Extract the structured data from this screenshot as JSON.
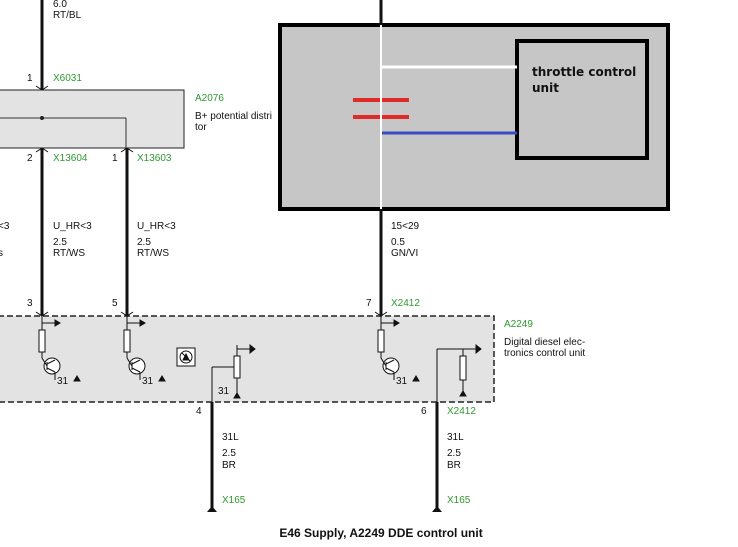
{
  "diagram": {
    "title": "E46 Supply, A2249 DDE control unit",
    "top_wire": {
      "gauge": "6.0",
      "color": "RT/BL"
    },
    "a2076": {
      "id": "A2076",
      "desc_1": "B+ potential distri",
      "desc_2": "tor",
      "pin_top": "1",
      "conn_top": "X6031",
      "pin_left": "2",
      "conn_left": "X13604",
      "pin_right": "1",
      "conn_right": "X13603"
    },
    "overlay": {
      "label_1": "throttle control",
      "label_2": "unit"
    },
    "wires": {
      "left_partial_1": "<3",
      "left_partial_2": "s",
      "w1_signal": "U_HR<3",
      "w1_gauge": "2.5",
      "w1_color": "RT/WS",
      "w2_signal": "U_HR<3",
      "w2_gauge": "2.5",
      "w2_color": "RT/WS",
      "w3_signal": "15<29",
      "w3_gauge": "0.5",
      "w3_color": "GN/VI",
      "w4_signal": "31L",
      "w4_gauge": "2.5",
      "w4_color": "BR",
      "w5_signal": "31L",
      "w5_gauge": "2.5",
      "w5_color": "BR"
    },
    "a2249": {
      "id": "A2249",
      "desc_1": "Digital diesel elec-",
      "desc_2": "tronics control unit",
      "pin_3": "3",
      "pin_5": "5",
      "pin_7": "7",
      "conn_7": "X2412",
      "pin_4": "4",
      "pin_6": "6",
      "conn_6": "X2412",
      "ground_label": "31"
    },
    "bottom_connectors": {
      "left": "X165",
      "right": "X165"
    }
  }
}
